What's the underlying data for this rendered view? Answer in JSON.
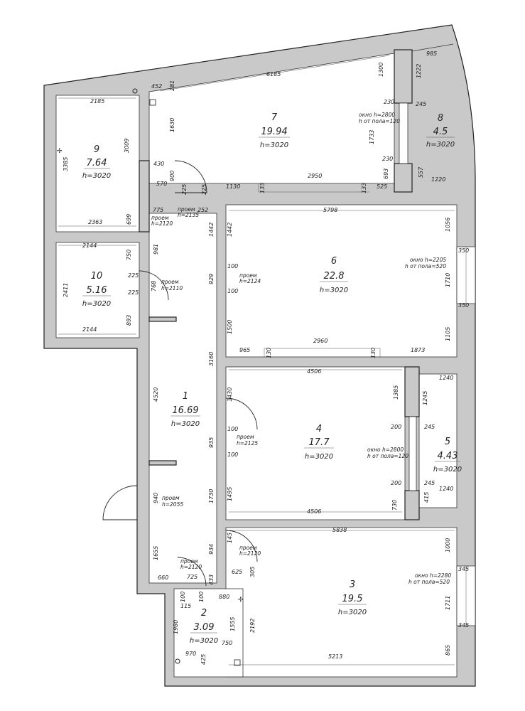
{
  "rooms": [
    {
      "num": "1",
      "area": "16.69",
      "h": "h=3020"
    },
    {
      "num": "2",
      "area": "3.09",
      "h": "h=3020"
    },
    {
      "num": "3",
      "area": "19.5",
      "h": "h=3020"
    },
    {
      "num": "4",
      "area": "17.7",
      "h": "h=3020"
    },
    {
      "num": "5",
      "area": "4.43",
      "h": "h=3020"
    },
    {
      "num": "6",
      "area": "22.8",
      "h": "h=3020"
    },
    {
      "num": "7",
      "area": "19.94",
      "h": "h=3020"
    },
    {
      "num": "8",
      "area": "4.5",
      "h": "h=3020"
    },
    {
      "num": "9",
      "area": "7.64",
      "h": "h=3020"
    },
    {
      "num": "10",
      "area": "5.16",
      "h": "h=3020"
    }
  ],
  "openings": {
    "o1": "проем",
    "o1h": "h=2135",
    "o2": "проем",
    "o2h": "h=2120",
    "o3": "проем",
    "o3h": "h=2124",
    "o4": "проем",
    "o4h": "h=2110",
    "o5": "проем",
    "o5h": "h=2125",
    "o6": "проем",
    "o6h": "h=2055",
    "o7": "проем",
    "o7h": "h=2120",
    "o8": "проем",
    "o8h": "h=2120"
  },
  "windows": {
    "w7a": "окно h=2800",
    "w7b": "h от пола=120",
    "w6a": "окно h=2205",
    "w6b": "h от пола=520",
    "w4a": "окно h=2800",
    "w4b": "h от пола=120",
    "w3a": "окно h=2280",
    "w3b": "h от пола=520"
  },
  "dims": {
    "d6185": "6185",
    "d2185": "2185",
    "d985": "985",
    "d1300": "1300",
    "d1222": "1222",
    "d452": "452",
    "d281": "281",
    "d230a": "230",
    "d245a": "245",
    "d1630": "1630",
    "d1733": "1733",
    "d3009": "3009",
    "d3385": "3385",
    "d430": "430",
    "d900": "900",
    "d230b": "230",
    "d2950": "2950",
    "d693": "693",
    "d557": "557",
    "d570": "570",
    "d225a": "225",
    "d225b": "225",
    "d1130": "1130",
    "d133a": "133",
    "d133b": "133",
    "d525": "525",
    "d1220": "1220",
    "d2363": "2363",
    "d699": "699",
    "d775": "775",
    "d252": "252",
    "d5798": "5798",
    "d1442a": "1442",
    "d1442b": "1442",
    "d1056": "1056",
    "d2144a": "2144",
    "d750": "750",
    "d981": "981",
    "d225c": "225",
    "d225d": "225",
    "d2411": "2411",
    "d768": "768",
    "d929": "929",
    "d100a": "100",
    "d100b": "100",
    "d350a": "350",
    "d1710": "1710",
    "d350b": "350",
    "d893": "893",
    "d2144b": "2144",
    "d1500": "1500",
    "d1105": "1105",
    "d965": "965",
    "d130a": "130",
    "d2960": "2960",
    "d130b": "130",
    "d1873": "1873",
    "d3160": "3160",
    "d4506a": "4506",
    "d1240a": "1240",
    "d1385": "1385",
    "d1430": "1430",
    "d1245": "1245",
    "d4520": "4520",
    "d200a": "200",
    "d245b": "245",
    "d100c": "100",
    "d935": "935",
    "d100d": "100",
    "d200b": "200",
    "d245c": "245",
    "d1240b": "1240",
    "d1495": "1495",
    "d730": "730",
    "d415": "415",
    "d940": "940",
    "d1730": "1730",
    "d4506b": "4506",
    "d5838": "5838",
    "d145": "145",
    "d1000": "1000",
    "d1655": "1655",
    "d934": "934",
    "d345a": "345",
    "d725": "725",
    "d660": "660",
    "d433": "433",
    "d625": "625",
    "d305": "305",
    "d100e": "100",
    "d115": "115",
    "d100f": "100",
    "d880": "880",
    "d1711": "1711",
    "d1980": "1980",
    "d1555": "1555",
    "d2192": "2192",
    "d345b": "345",
    "d750b": "750",
    "d970": "970",
    "d425": "425",
    "d5213": "5213",
    "d865": "865"
  }
}
